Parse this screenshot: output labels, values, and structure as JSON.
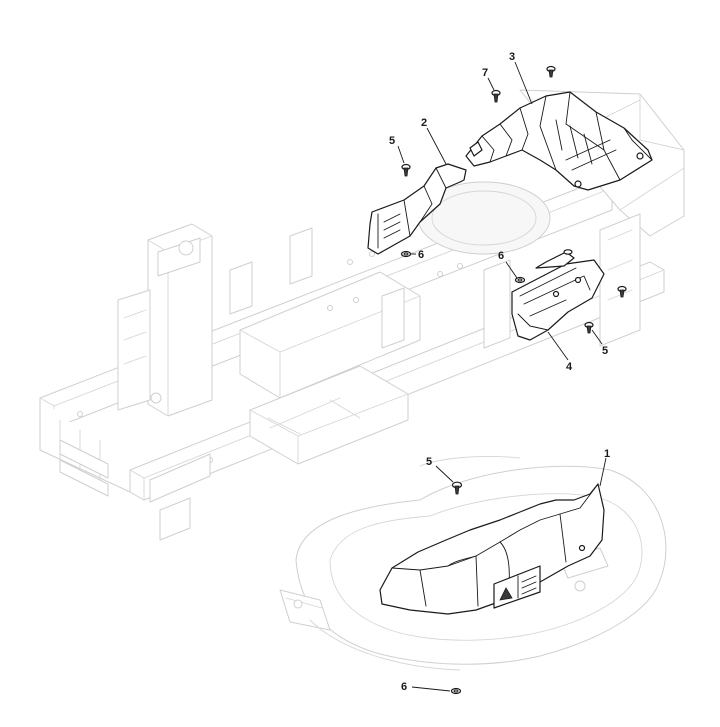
{
  "callouts": [
    {
      "id": "c1",
      "text": "1"
    },
    {
      "id": "c2",
      "text": "2"
    },
    {
      "id": "c3",
      "text": "3"
    },
    {
      "id": "c4",
      "text": "4"
    },
    {
      "id": "c5a",
      "text": "5"
    },
    {
      "id": "c5b",
      "text": "5"
    },
    {
      "id": "c5c",
      "text": "5"
    },
    {
      "id": "c6a",
      "text": "6"
    },
    {
      "id": "c6b",
      "text": "6"
    },
    {
      "id": "c6c",
      "text": "6"
    },
    {
      "id": "c7",
      "text": "7"
    }
  ]
}
